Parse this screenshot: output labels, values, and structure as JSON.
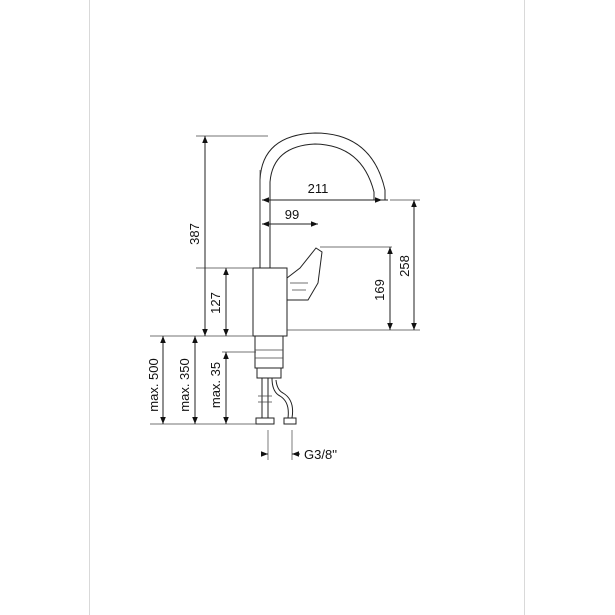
{
  "dimensions": {
    "total_height": "387",
    "body_height": "127",
    "max_500": "max. 500",
    "max_350": "max. 350",
    "max_35": "max. 35",
    "spout_reach": "211",
    "lever_reach": "99",
    "spout_height": "258",
    "outlet_height": "169",
    "connection_thread": "G3/8''"
  },
  "colors": {
    "line": "#222222",
    "frame": "#d9d9d9",
    "background": "#ffffff"
  }
}
